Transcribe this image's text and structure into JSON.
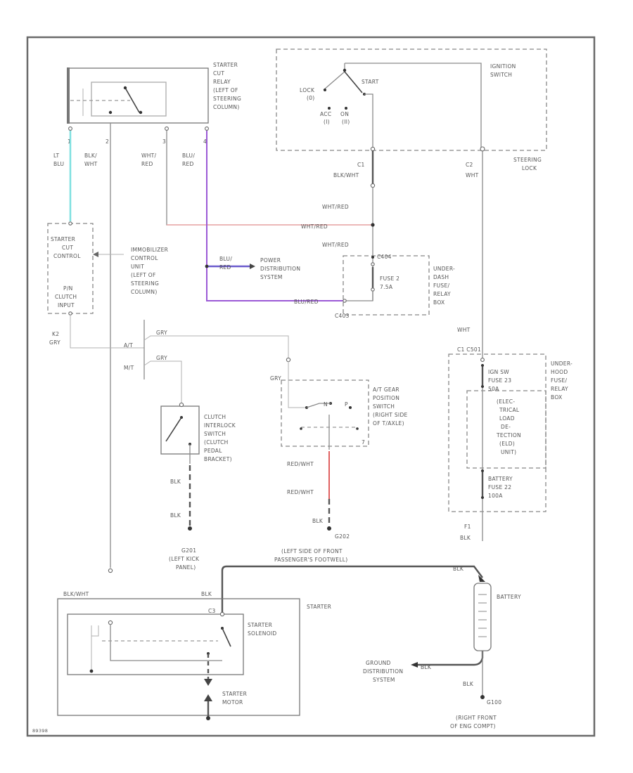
{
  "title": "",
  "colors": {
    "cyan_wire": "#7fe0e0",
    "purple_wire": "#9b59d6",
    "blue_purple_wire": "#6a5acd",
    "pink_wire": "#f2a0a0",
    "red_wire": "#e06060"
  },
  "components": {
    "starter_cut_relay": [
      "STARTER",
      "CUT",
      "RELAY",
      "(LEFT OF",
      "STEERING",
      "COLUMN)"
    ],
    "ignition_switch": [
      "IGNITION",
      "SWITCH"
    ],
    "steering_lock": [
      "STEERING",
      "LOCK"
    ],
    "immobilizer_unit": [
      "IMMOBILIZER",
      "CONTROL",
      "UNIT",
      "(LEFT OF",
      "STEERING",
      "COLUMN)"
    ],
    "starter_cut_control": [
      "STARTER",
      "CUT",
      "CONTROL"
    ],
    "pn_clutch_input": [
      "P/N",
      "CLUTCH",
      "INPUT"
    ],
    "power_distribution": [
      "POWER",
      "DISTRIBUTION",
      "SYSTEM"
    ],
    "under_dash_fuse_box": [
      "UNDER-",
      "DASH",
      "FUSE/",
      "RELAY",
      "BOX"
    ],
    "under_hood_fuse_box": [
      "UNDER-",
      "HOOD",
      "FUSE/",
      "RELAY",
      "BOX"
    ],
    "elcd": [
      "(ELEC-",
      "TRICAL",
      "LOAD",
      "DE-",
      "TECTION",
      "(ELD)",
      "UNIT)"
    ],
    "clutch_interlock": [
      "CLUTCH",
      "INTERLOCK",
      "SWITCH",
      "(CLUTCH",
      "PEDAL",
      "BRACKET)"
    ],
    "at_gear_switch": [
      "A/T GEAR",
      "POSITION",
      "SWITCH",
      "(RIGHT SIDE",
      "OF T/AXLE)"
    ],
    "starter": "STARTER",
    "starter_solenoid": [
      "STARTER",
      "SOLENOID"
    ],
    "starter_motor": [
      "STARTER",
      "MOTOR"
    ],
    "battery": "BATTERY",
    "ground_distribution": [
      "GROUND",
      "DISTRIBUTION",
      "SYSTEM"
    ]
  },
  "ignition_positions": {
    "lock": [
      "LOCK",
      "(0)"
    ],
    "acc": [
      "ACC",
      "(I)"
    ],
    "on": [
      "ON",
      "(II)"
    ],
    "start": "START"
  },
  "wires": {
    "relay_pin1": [
      "LT",
      "BLU"
    ],
    "relay_pin2": [
      "BLK/",
      "WHT"
    ],
    "relay_pin3": [
      "WHT/",
      "RED"
    ],
    "relay_pin4": [
      "BLU/",
      "RED"
    ],
    "relay_pin_numbers": [
      "1",
      "2",
      "3",
      "4"
    ],
    "c1": [
      "C1",
      "BLK/WHT"
    ],
    "c2": [
      "C2",
      "WHT"
    ],
    "wht_red_1": "WHT/RED",
    "wht_red_2": "WHT/RED",
    "wht_red_3": "WHT/RED",
    "blu_red_ps": [
      "BLU/",
      "RED"
    ],
    "blu_red_fuse": "BLU/RED",
    "grn_k2": [
      "K2",
      "GRY"
    ],
    "at_label": "A/T",
    "at_grn": "GRY",
    "mt_label": "M/T",
    "mt_grn": "GRY",
    "gear_pin_top": "GRY",
    "gear_n": "N",
    "gear_p": "P",
    "gear_pin_num": "7",
    "red_wht_1": "RED/WHT",
    "red_wht_2": "RED/WHT",
    "blk_at": "BLK",
    "g202": "G202",
    "blk_1": "BLK",
    "blk_2": "BLK",
    "g201": "G201",
    "g201_loc": [
      "(LEFT KICK",
      "PANEL)"
    ],
    "g202_loc": [
      "(LEFT SIDE OF FRONT",
      "PASSENGER'S FOOTWELL)"
    ],
    "wht_vertical": "WHT",
    "c_under_hood": "C1 C501",
    "fuse_23": [
      "IGN SW",
      "FUSE 23",
      "50A"
    ],
    "fuse_22": [
      "BATTERY",
      "FUSE 22",
      "100A"
    ],
    "f1_blk": [
      "F1",
      "BLK"
    ],
    "blk_battery": "BLK",
    "blk_wht_starter": "BLK/WHT",
    "blk_starter": "BLK",
    "c_starter": "C3",
    "fuse_2": [
      "FUSE 2",
      "7.5A"
    ],
    "c404": "C404",
    "c403": "C403",
    "blk_ground_dist": "BLK",
    "blk_bottom": "BLK",
    "g100": "G100",
    "g100_loc": [
      "(RIGHT FRONT",
      "OF ENG COMPT)"
    ],
    "plate": "89398"
  }
}
